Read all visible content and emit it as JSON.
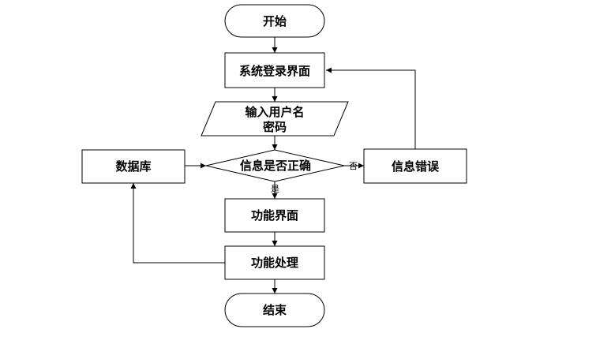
{
  "nodes": {
    "start": "开始",
    "login": "系统登录界面",
    "input_line1": "输入用户名",
    "input_line2": "密码",
    "check": "信息是否正确",
    "database": "数据库",
    "error": "信息错误",
    "function_ui": "功能界面",
    "function_process": "功能处理",
    "end": "结束"
  },
  "edges": {
    "yes_label": "是",
    "no_label": "否"
  }
}
